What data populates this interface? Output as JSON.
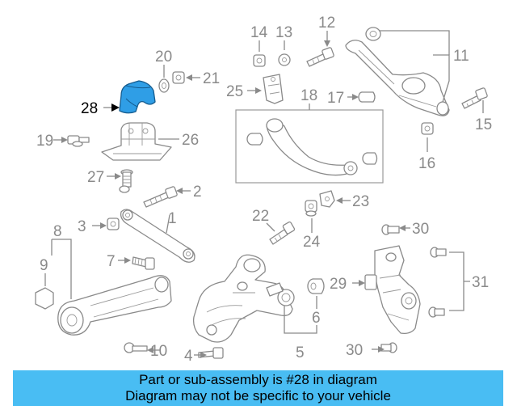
{
  "callouts": [
    "1",
    "2",
    "3",
    "4",
    "5",
    "6",
    "7",
    "8",
    "9",
    "10",
    "11",
    "12",
    "13",
    "14",
    "15",
    "16",
    "17",
    "18",
    "19",
    "20",
    "21",
    "22",
    "23",
    "24",
    "25",
    "26",
    "27",
    "28",
    "29",
    "30",
    "30",
    "31"
  ],
  "highlighted_part": "28",
  "banner": {
    "line1": "Part or sub-assembly is #28 in diagram",
    "line2": "Diagram may not be specific to your vehicle"
  },
  "colors": {
    "highlight": "#2f9ee6",
    "banner": "#49bdf3",
    "line": "#8a8a8a"
  }
}
